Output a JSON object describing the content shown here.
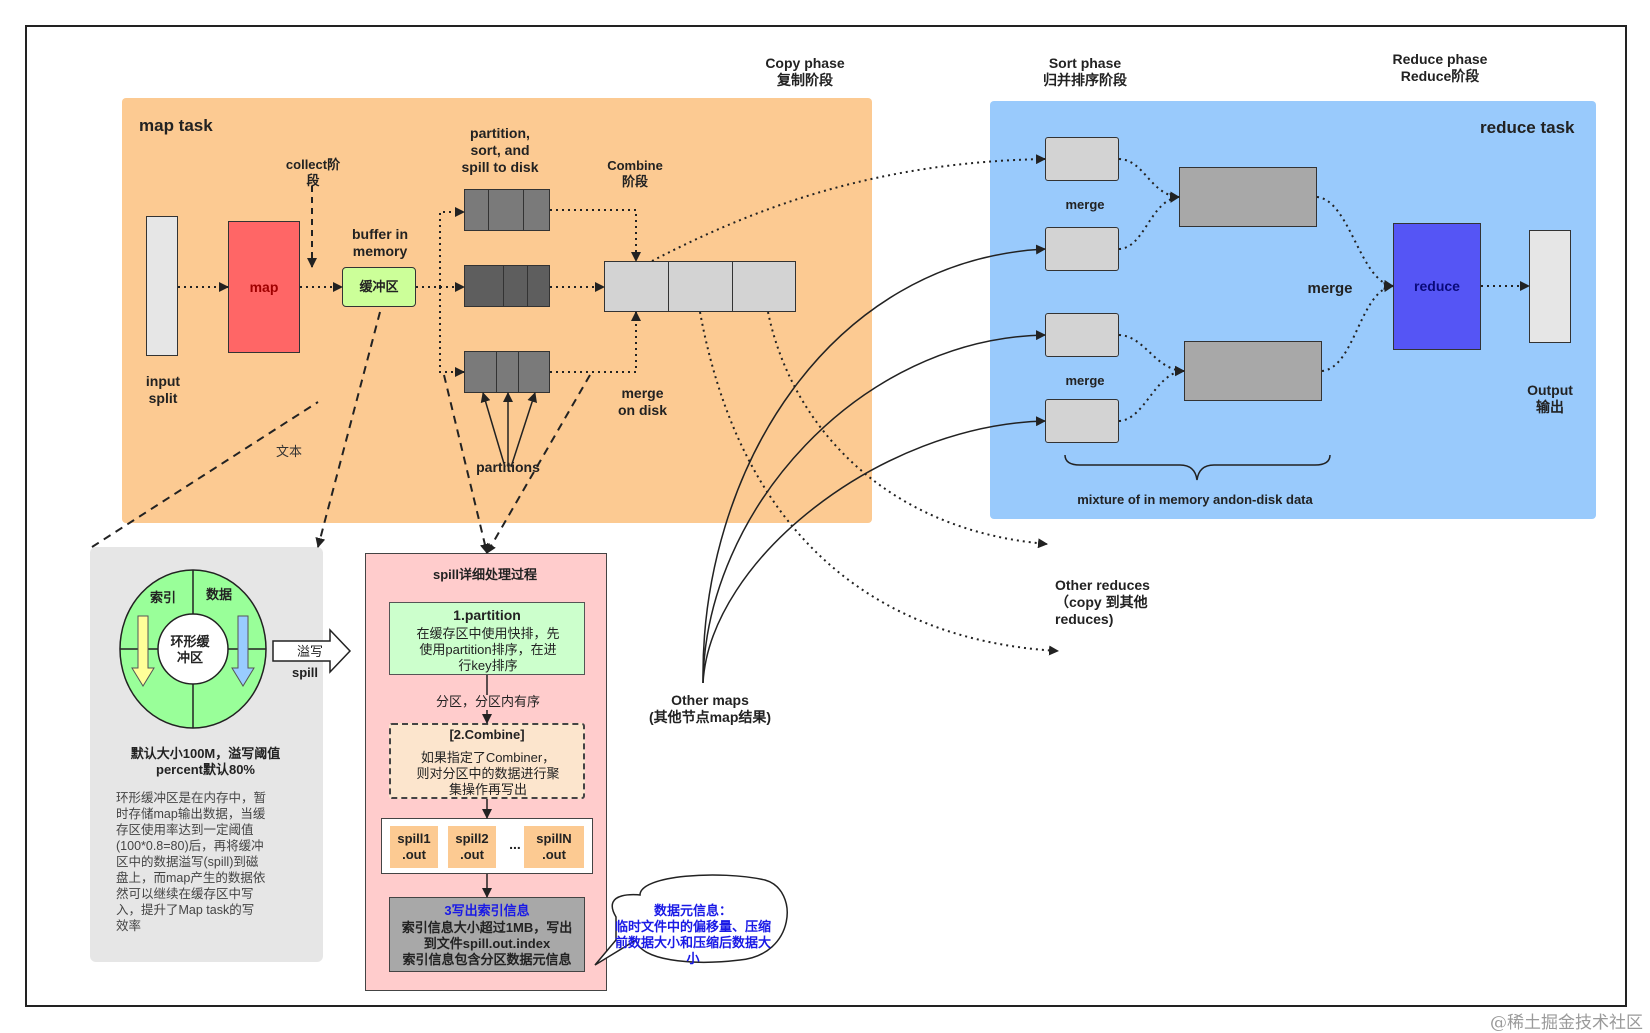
{
  "phases": {
    "copy": "Copy phase\n复制阶段",
    "sort": "Sort phase\n归并排序阶段",
    "reduce": "Reduce phase\nReduce阶段"
  },
  "map_task": {
    "title": "map task",
    "input_split": "input\nsplit",
    "map": "map",
    "collect": "collect阶\n段",
    "buffer_label": "buffer in\nmemory",
    "buffer_box": "缓冲区",
    "partition_sort_spill": "partition,\nsort, and\nspill to disk",
    "combine": "Combine\n阶段",
    "merge_on_disk": "merge\non disk",
    "partitions": "partitions",
    "text_placeholder": "文本"
  },
  "reduce_task": {
    "title": "reduce task",
    "merge_top": "merge",
    "merge_bottom": "merge",
    "merge_main": "merge",
    "reduce": "reduce",
    "output": "Output\n输出",
    "mixture": "mixture of in memory andon-disk data"
  },
  "other": {
    "other_reduces": "Other reduces\n（copy 到其他\nreduces)",
    "other_maps": "Other maps\n(其他节点map结果)"
  },
  "ring_buffer": {
    "index": "索引",
    "data": "数据",
    "center": "环形缓\n冲区",
    "spill_cn": "溢写",
    "spill_en": "spill",
    "caption": "默认大小100M，溢写阈值\npercent默认80%",
    "description": "环形缓冲区是在内存中，暂\n时存储map输出数据，当缓\n存区使用率达到一定阈值\n(100*0.8=80)后，再将缓冲\n区中的数据溢写(spill)到磁\n盘上，而map产生的数据依\n然可以继续在缓存区中写\n入，提升了Map task的写\n效率"
  },
  "spill_process": {
    "title": "spill详细处理过程",
    "step1_title": "1.partition",
    "step1_body": "在缓存区中使用快排，先\n使用partition排序，在进\n行key排序",
    "between": "分区，分区内有序",
    "step2_title": "[2.Combine]",
    "step2_body": "如果指定了Combiner，\n则对分区中的数据进行聚\n集操作再写出",
    "spill1": "spill1\n.out",
    "spill2": "spill2\n.out",
    "ellipsis": "...",
    "spillN": "spillN\n.out",
    "step3_title": "3写出索引信息",
    "step3_body": "索引信息大小超过1MB，写出\n到文件spill.out.index\n索引信息包含分区数据元信息"
  },
  "metadata_callout": {
    "text": "数据元信息：\n临时文件中的偏移量、压缩\n前数据大小和压缩后数据大\n小"
  },
  "watermark": "@稀土掘金技术社区",
  "colors": {
    "map_region": "#fcca92",
    "reduce_region": "#99cafc",
    "map_box": "#ff6666",
    "buffer_box": "#ccff99",
    "reduce_box": "#5555f5",
    "spill_panel": "#ffcccc"
  }
}
